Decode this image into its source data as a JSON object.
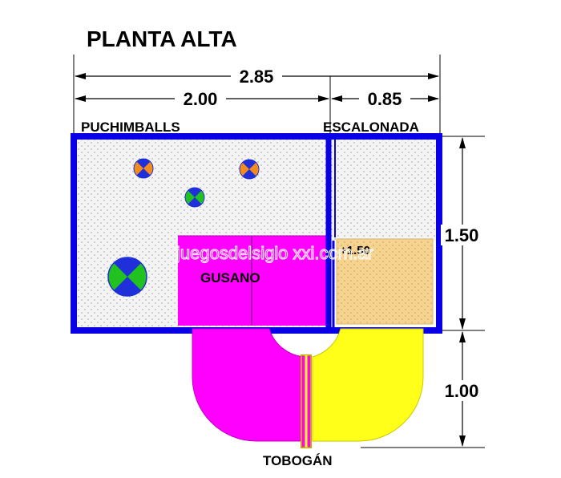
{
  "title": "PLANTA ALTA",
  "dimensions": {
    "total_width": "2.85",
    "left_width": "2.00",
    "right_width": "0.85",
    "upper_height": "1.50",
    "lower_height": "1.00"
  },
  "labels": {
    "puchimballs": "PUCHIMBALLS",
    "escalonada": "ESCALONADA",
    "gusano": "GUSANO",
    "level": "+1.50",
    "tobogan": "TOBOGÁN"
  },
  "watermark": "juegosdelsiglo xxi.com.ar",
  "colors": {
    "frame": "#0a00e6",
    "gusano": "#ff00ff",
    "tobogan": "#ffff1a",
    "platform": "#f6d48f",
    "floor": "#f2f2f2",
    "ball_orange": "#f28c1f",
    "ball_blue": "#1f2fd9",
    "ball_green": "#21c21f"
  }
}
